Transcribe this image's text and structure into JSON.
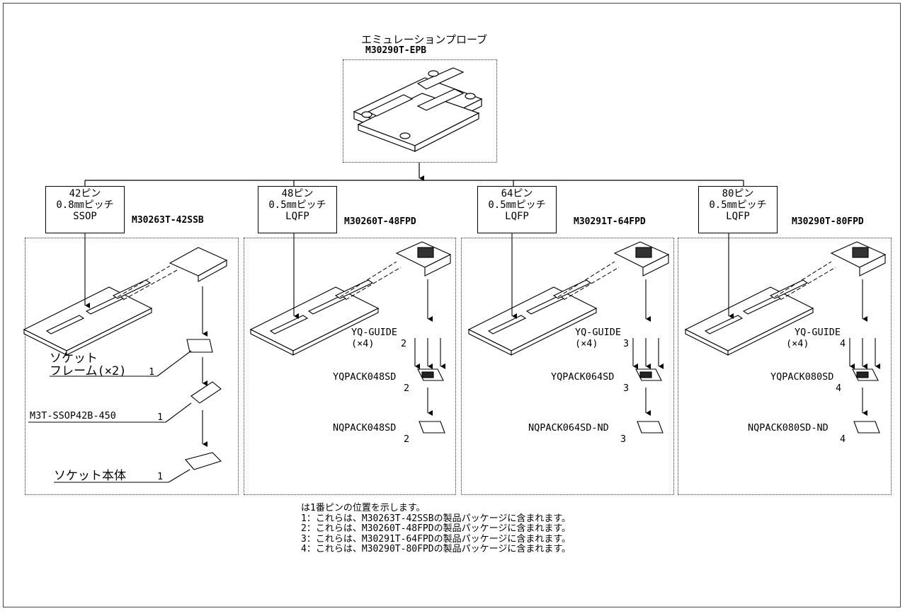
{
  "probe": {
    "title": "エミュレーションプローブ",
    "model": "M30290T-EPB"
  },
  "packages": [
    {
      "pins": "42ピン",
      "pitch": "0.8㎜ピッチ",
      "type": "SSOP",
      "model": "M30263T-42SSB"
    },
    {
      "pins": "48ピン",
      "pitch": "0.5㎜ピッチ",
      "type": "LQFP",
      "model": "M30260T-48FPD"
    },
    {
      "pins": "64ピン",
      "pitch": "0.5㎜ピッチ",
      "type": "LQFP",
      "model": "M30291T-64FPD"
    },
    {
      "pins": "80ピン",
      "pitch": "0.5㎜ピッチ",
      "type": "LQFP",
      "model": "M30290T-80FPD"
    }
  ],
  "ssop_parts": {
    "socket_frame_1": "ソケット",
    "socket_frame_2": "フレーム(×2)",
    "socket_frame_num": "1",
    "adapter": "M3T-SSOP42B-450",
    "adapter_num": "1",
    "socket_body": "ソケット本体",
    "socket_body_num": "1"
  },
  "lqfp_parts": [
    {
      "guide": "YQ-GUIDE",
      "guide_qty": "(×4)",
      "guide_num": "2",
      "yqpack": "YQPACK048SD",
      "yqpack_num": "2",
      "nqpack": "NQPACK048SD",
      "nqpack_num": "2"
    },
    {
      "guide": "YQ-GUIDE",
      "guide_qty": "(×4)",
      "guide_num": "3",
      "yqpack": "YQPACK064SD",
      "yqpack_num": "3",
      "nqpack": "NQPACK064SD-ND",
      "nqpack_num": "3"
    },
    {
      "guide": "YQ-GUIDE",
      "guide_qty": "(×4)",
      "guide_num": "4",
      "yqpack": "YQPACK080SD",
      "yqpack_num": "4",
      "nqpack": "NQPACK080SD-ND",
      "nqpack_num": "4"
    }
  ],
  "notes": [
    "は1番ピンの位置を示します。",
    "1：これらは、M30263T-42SSBの製品パッケージに含まれます。",
    "2：これらは、M30260T-48FPDの製品パッケージに含まれます。",
    "3：これらは、M30291T-64FPDの製品パッケージに含まれます。",
    "4：これらは、M30290T-80FPDの製品パッケージに含まれます。"
  ]
}
